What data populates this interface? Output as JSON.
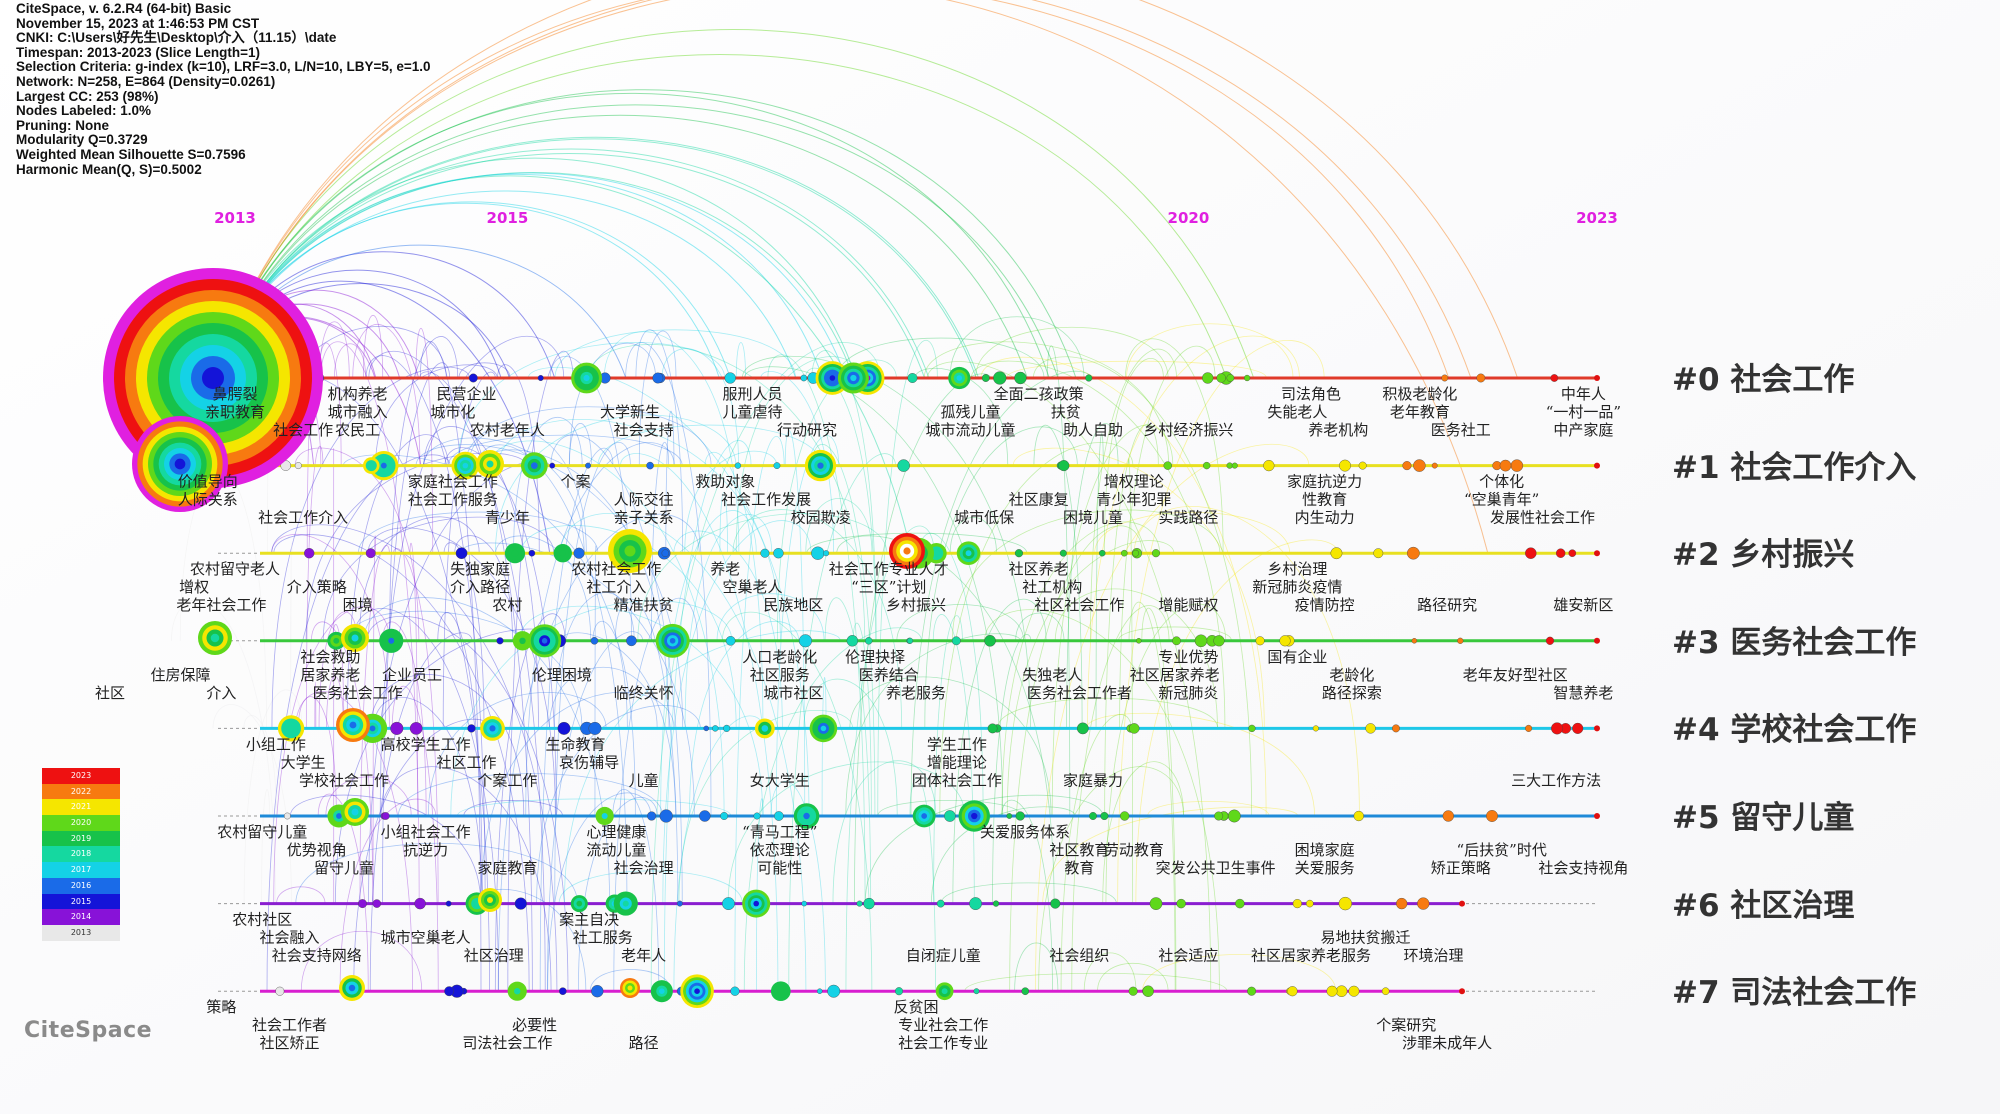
{
  "info_lines": [
    "CiteSpace, v. 6.2.R4 (64-bit) Basic",
    "November 15, 2023 at 1:46:53 PM CST",
    "CNKI: C:\\Users\\好先生\\Desktop\\介入（11.15）\\date",
    "Timespan: 2013-2023 (Slice Length=1)",
    "Selection Criteria: g-index (k=10), LRF=3.0, L/N=10, LBY=5, e=1.0",
    "Network: N=258, E=864 (Density=0.0261)",
    "Largest CC: 253 (98%)",
    "Nodes Labeled: 1.0%",
    "Pruning: None",
    "Modularity Q=0.3729",
    "Weighted Mean Silhouette S=0.7596",
    "Harmonic Mean(Q, S)=0.5002"
  ],
  "years": [
    {
      "label": "2013",
      "year": 2013
    },
    {
      "label": "2015",
      "year": 2015
    },
    {
      "label": "2020",
      "year": 2020
    },
    {
      "label": "2023",
      "year": 2023
    }
  ],
  "year_label_color": "#e020e0",
  "logo_text": "CiteSpace",
  "legend": [
    {
      "label": "2023",
      "color": "#ee1111"
    },
    {
      "label": "2022",
      "color": "#f77a10"
    },
    {
      "label": "2021",
      "color": "#f5e600"
    },
    {
      "label": "2020",
      "color": "#5fd81a"
    },
    {
      "label": "2019",
      "color": "#17c24a"
    },
    {
      "label": "2018",
      "color": "#15d8a0"
    },
    {
      "label": "2017",
      "color": "#14d2e6"
    },
    {
      "label": "2016",
      "color": "#1a6be8"
    },
    {
      "label": "2015",
      "color": "#1414d8"
    },
    {
      "label": "2014",
      "color": "#8812d8"
    },
    {
      "label": "2013",
      "color": "#e8e8e8"
    }
  ],
  "clusters": [
    {
      "label": "#0 社会工作",
      "line_color": "#e03a2a",
      "terms": [
        {
          "text": "鼻腭裂",
          "year": 2013.0,
          "row": 0
        },
        {
          "text": "机构养老",
          "year": 2013.9,
          "row": 0
        },
        {
          "text": "民营企业",
          "year": 2014.7,
          "row": 0
        },
        {
          "text": "服刑人员",
          "year": 2016.8,
          "row": 0
        },
        {
          "text": "全面二孩政策",
          "year": 2018.9,
          "row": 0
        },
        {
          "text": "司法角色",
          "year": 2020.9,
          "row": 0
        },
        {
          "text": "积极老龄化",
          "year": 2021.7,
          "row": 0
        },
        {
          "text": "中年人",
          "year": 2022.9,
          "row": 0
        },
        {
          "text": "亲职教育",
          "year": 2013.0,
          "row": 1
        },
        {
          "text": "城市融入",
          "year": 2013.9,
          "row": 1
        },
        {
          "text": "城市化",
          "year": 2014.6,
          "row": 1
        },
        {
          "text": "大学新生",
          "year": 2015.9,
          "row": 1
        },
        {
          "text": "儿童虐待",
          "year": 2016.8,
          "row": 1
        },
        {
          "text": "孤残儿童",
          "year": 2018.4,
          "row": 1
        },
        {
          "text": "扶贫",
          "year": 2019.1,
          "row": 1
        },
        {
          "text": "失能老人",
          "year": 2020.8,
          "row": 1
        },
        {
          "text": "老年教育",
          "year": 2021.7,
          "row": 1
        },
        {
          "text": "“一村一品”",
          "year": 2022.9,
          "row": 1
        },
        {
          "text": "社会工作",
          "year": 2013.5,
          "row": 2
        },
        {
          "text": "农民工",
          "year": 2013.9,
          "row": 2
        },
        {
          "text": "农村老年人",
          "year": 2015.0,
          "row": 2
        },
        {
          "text": "社会支持",
          "year": 2016.0,
          "row": 2
        },
        {
          "text": "行动研究",
          "year": 2017.2,
          "row": 2
        },
        {
          "text": "城市流动儿童",
          "year": 2018.4,
          "row": 2
        },
        {
          "text": "助人自助",
          "year": 2019.3,
          "row": 2
        },
        {
          "text": "乡村经济振兴",
          "year": 2020.0,
          "row": 2
        },
        {
          "text": "养老机构",
          "year": 2021.1,
          "row": 2
        },
        {
          "text": "医务社工",
          "year": 2022.0,
          "row": 2
        },
        {
          "text": "中产家庭",
          "year": 2022.9,
          "row": 2
        }
      ]
    },
    {
      "label": "#1 社会工作介入",
      "line_color": "#e8e020",
      "terms": [
        {
          "text": "家庭社会工作",
          "year": 2014.6,
          "row": 0
        },
        {
          "text": "个案",
          "year": 2015.5,
          "row": 0
        },
        {
          "text": "救助对象",
          "year": 2016.6,
          "row": 0
        },
        {
          "text": "增权理论",
          "year": 2019.6,
          "row": 0
        },
        {
          "text": "家庭抗逆力",
          "year": 2021.0,
          "row": 0
        },
        {
          "text": "个体化",
          "year": 2022.3,
          "row": 0
        },
        {
          "text": "价值导向",
          "year": 2012.8,
          "row": 0
        },
        {
          "text": "人际关系",
          "year": 2012.8,
          "row": 1
        },
        {
          "text": "社会工作服务",
          "year": 2014.6,
          "row": 1
        },
        {
          "text": "人际交往",
          "year": 2016.0,
          "row": 1
        },
        {
          "text": "社会工作发展",
          "year": 2016.9,
          "row": 1
        },
        {
          "text": "社区康复",
          "year": 2018.9,
          "row": 1
        },
        {
          "text": "青少年犯罪",
          "year": 2019.6,
          "row": 1
        },
        {
          "text": "性教育",
          "year": 2021.0,
          "row": 1
        },
        {
          "text": "“空巢青年”",
          "year": 2022.3,
          "row": 1
        },
        {
          "text": "社会工作介入",
          "year": 2013.5,
          "row": 2
        },
        {
          "text": "青少年",
          "year": 2015.0,
          "row": 2
        },
        {
          "text": "亲子关系",
          "year": 2016.0,
          "row": 2
        },
        {
          "text": "校园欺凌",
          "year": 2017.3,
          "row": 2
        },
        {
          "text": "城市低保",
          "year": 2018.5,
          "row": 2
        },
        {
          "text": "困境儿童",
          "year": 2019.3,
          "row": 2
        },
        {
          "text": "实践路径",
          "year": 2020.0,
          "row": 2
        },
        {
          "text": "内生动力",
          "year": 2021.0,
          "row": 2
        },
        {
          "text": "发展性社会工作",
          "year": 2022.6,
          "row": 2
        }
      ]
    },
    {
      "label": "#2 乡村振兴",
      "line_color": "#e8e020",
      "terms": [
        {
          "text": "农村留守老人",
          "year": 2013.0,
          "row": 0
        },
        {
          "text": "失独家庭",
          "year": 2014.8,
          "row": 0
        },
        {
          "text": "农村社会工作",
          "year": 2015.8,
          "row": 0
        },
        {
          "text": "养老",
          "year": 2016.6,
          "row": 0
        },
        {
          "text": "社会工作专业人才",
          "year": 2017.8,
          "row": 0
        },
        {
          "text": "社区养老",
          "year": 2018.9,
          "row": 0
        },
        {
          "text": "乡村治理",
          "year": 2020.8,
          "row": 0
        },
        {
          "text": "增权",
          "year": 2012.7,
          "row": 1
        },
        {
          "text": "介入策略",
          "year": 2013.6,
          "row": 1
        },
        {
          "text": "介入路径",
          "year": 2014.8,
          "row": 1
        },
        {
          "text": "社工介入",
          "year": 2015.8,
          "row": 1
        },
        {
          "text": "空巢老人",
          "year": 2016.8,
          "row": 1
        },
        {
          "text": "“三区”计划",
          "year": 2017.8,
          "row": 1
        },
        {
          "text": "社工机构",
          "year": 2019.0,
          "row": 1
        },
        {
          "text": "新冠肺炎疫情",
          "year": 2020.8,
          "row": 1
        },
        {
          "text": "老年社会工作",
          "year": 2012.9,
          "row": 2
        },
        {
          "text": "困境",
          "year": 2013.9,
          "row": 2
        },
        {
          "text": "农村",
          "year": 2015.0,
          "row": 2
        },
        {
          "text": "精准扶贫",
          "year": 2016.0,
          "row": 2
        },
        {
          "text": "民族地区",
          "year": 2017.1,
          "row": 2
        },
        {
          "text": "乡村振兴",
          "year": 2018.0,
          "row": 2
        },
        {
          "text": "社区社会工作",
          "year": 2019.2,
          "row": 2
        },
        {
          "text": "增能赋权",
          "year": 2020.0,
          "row": 2
        },
        {
          "text": "疫情防控",
          "year": 2021.0,
          "row": 2
        },
        {
          "text": "路径研究",
          "year": 2021.9,
          "row": 2
        },
        {
          "text": "雄安新区",
          "year": 2022.9,
          "row": 2
        }
      ]
    },
    {
      "label": "#3 医务社会工作",
      "line_color": "#39c83c",
      "terms": [
        {
          "text": "社会救助",
          "year": 2013.7,
          "row": 0
        },
        {
          "text": "人口老龄化",
          "year": 2017.0,
          "row": 0
        },
        {
          "text": "伦理抉择",
          "year": 2017.7,
          "row": 0
        },
        {
          "text": "专业优势",
          "year": 2020.0,
          "row": 0
        },
        {
          "text": "国有企业",
          "year": 2020.8,
          "row": 0
        },
        {
          "text": "住房保障",
          "year": 2012.6,
          "row": 1
        },
        {
          "text": "居家养老",
          "year": 2013.7,
          "row": 1
        },
        {
          "text": "企业员工",
          "year": 2014.3,
          "row": 1
        },
        {
          "text": "伦理困境",
          "year": 2015.4,
          "row": 1
        },
        {
          "text": "社区服务",
          "year": 2017.0,
          "row": 1
        },
        {
          "text": "医养结合",
          "year": 2017.8,
          "row": 1
        },
        {
          "text": "失独老人",
          "year": 2019.0,
          "row": 1
        },
        {
          "text": "社区居家养老",
          "year": 2019.9,
          "row": 1
        },
        {
          "text": "老龄化",
          "year": 2021.2,
          "row": 1
        },
        {
          "text": "老年友好型社区",
          "year": 2022.4,
          "row": 1
        },
        {
          "text": "介入",
          "year": 2012.9,
          "row": 2
        },
        {
          "text": "医务社会工作",
          "year": 2013.9,
          "row": 2
        },
        {
          "text": "社区",
          "year": 215.0,
          "row": 2
        },
        {
          "text": "临终关怀",
          "year": 2016.0,
          "row": 2
        },
        {
          "text": "城市社区",
          "year": 2017.1,
          "row": 2
        },
        {
          "text": "养老服务",
          "year": 2018.0,
          "row": 2
        },
        {
          "text": "医务社会工作者",
          "year": 2019.2,
          "row": 2
        },
        {
          "text": "新冠肺炎",
          "year": 2020.0,
          "row": 2
        },
        {
          "text": "路径探索",
          "year": 2021.2,
          "row": 2
        },
        {
          "text": "智慧养老",
          "year": 2022.9,
          "row": 2
        }
      ]
    },
    {
      "label": "#4 学校社会工作",
      "line_color": "#1ec8e8",
      "terms": [
        {
          "text": "小组工作",
          "year": 2013.3,
          "row": 0
        },
        {
          "text": "高校学生工作",
          "year": 2014.4,
          "row": 0
        },
        {
          "text": "生命教育",
          "year": 2015.5,
          "row": 0
        },
        {
          "text": "学生工作",
          "year": 2018.3,
          "row": 0
        },
        {
          "text": "大学生",
          "year": 2013.5,
          "row": 1
        },
        {
          "text": "社区工作",
          "year": 2014.7,
          "row": 1
        },
        {
          "text": "哀伤辅导",
          "year": 2015.6,
          "row": 1
        },
        {
          "text": "增能理论",
          "year": 2018.3,
          "row": 1
        },
        {
          "text": "学校社会工作",
          "year": 2013.8,
          "row": 2
        },
        {
          "text": "个案工作",
          "year": 2015.0,
          "row": 2
        },
        {
          "text": "儿童",
          "year": 2016.0,
          "row": 2
        },
        {
          "text": "女大学生",
          "year": 2017.0,
          "row": 2
        },
        {
          "text": "团体社会工作",
          "year": 2018.3,
          "row": 2
        },
        {
          "text": "家庭暴力",
          "year": 2019.3,
          "row": 2
        },
        {
          "text": "三大工作方法",
          "year": 2022.7,
          "row": 2
        }
      ]
    },
    {
      "label": "#5 留守儿童",
      "line_color": "#1e8ad8",
      "terms": [
        {
          "text": "农村留守儿童",
          "year": 2013.2,
          "row": 0
        },
        {
          "text": "小组社会工作",
          "year": 2014.4,
          "row": 0
        },
        {
          "text": "心理健康",
          "year": 2015.8,
          "row": 0
        },
        {
          "text": "“青马工程”",
          "year": 2017.0,
          "row": 0
        },
        {
          "text": "关爱服务体系",
          "year": 2018.8,
          "row": 0
        },
        {
          "text": "优势视角",
          "year": 2013.6,
          "row": 1
        },
        {
          "text": "抗逆力",
          "year": 2014.4,
          "row": 1
        },
        {
          "text": "流动儿童",
          "year": 2015.8,
          "row": 1
        },
        {
          "text": "依恋理论",
          "year": 2017.0,
          "row": 1
        },
        {
          "text": "社区教育",
          "year": 2019.2,
          "row": 1
        },
        {
          "text": "劳动教育",
          "year": 2019.6,
          "row": 1
        },
        {
          "text": "困境家庭",
          "year": 2021.0,
          "row": 1
        },
        {
          "text": "“后扶贫”时代",
          "year": 2022.3,
          "row": 1
        },
        {
          "text": "留守儿童",
          "year": 2013.8,
          "row": 2
        },
        {
          "text": "家庭教育",
          "year": 2015.0,
          "row": 2
        },
        {
          "text": "社会治理",
          "year": 2016.0,
          "row": 2
        },
        {
          "text": "可能性",
          "year": 2017.0,
          "row": 2
        },
        {
          "text": "教育",
          "year": 2019.2,
          "row": 2
        },
        {
          "text": "突发公共卫生事件",
          "year": 2020.2,
          "row": 2
        },
        {
          "text": "关爱服务",
          "year": 2021.0,
          "row": 2
        },
        {
          "text": "矫正策略",
          "year": 2022.0,
          "row": 2
        },
        {
          "text": "社会支持视角",
          "year": 2022.9,
          "row": 2
        }
      ]
    },
    {
      "label": "#6 社区治理",
      "line_color": "#8a1ed0",
      "terms": [
        {
          "text": "农村社区",
          "year": 2013.2,
          "row": 0
        },
        {
          "text": "案主自决",
          "year": 2015.6,
          "row": 0
        },
        {
          "text": "社会融入",
          "year": 2013.4,
          "row": 1
        },
        {
          "text": "城市空巢老人",
          "year": 2014.4,
          "row": 1
        },
        {
          "text": "社工服务",
          "year": 2015.7,
          "row": 1
        },
        {
          "text": "易地扶贫搬迁",
          "year": 2021.3,
          "row": 1
        },
        {
          "text": "社会支持网络",
          "year": 2013.6,
          "row": 2
        },
        {
          "text": "社区治理",
          "year": 2014.9,
          "row": 2
        },
        {
          "text": "老年人",
          "year": 2016.0,
          "row": 2
        },
        {
          "text": "自闭症儿童",
          "year": 2018.2,
          "row": 2
        },
        {
          "text": "社会组织",
          "year": 2019.2,
          "row": 2
        },
        {
          "text": "社会适应",
          "year": 2020.0,
          "row": 2
        },
        {
          "text": "社区居家养老服务",
          "year": 2020.9,
          "row": 2
        },
        {
          "text": "环境治理",
          "year": 2021.8,
          "row": 2
        }
      ]
    },
    {
      "label": "#7 司法社会工作",
      "line_color": "#d81ed0",
      "terms": [
        {
          "text": "策略",
          "year": 2012.9,
          "row": 0
        },
        {
          "text": "反贫困",
          "year": 2018.0,
          "row": 0
        },
        {
          "text": "社会工作者",
          "year": 2013.4,
          "row": 1
        },
        {
          "text": "必要性",
          "year": 2015.2,
          "row": 1
        },
        {
          "text": "专业社会工作",
          "year": 2018.2,
          "row": 1
        },
        {
          "text": "个案研究",
          "year": 2021.6,
          "row": 1
        },
        {
          "text": "社区矫正",
          "year": 2013.4,
          "row": 2
        },
        {
          "text": "司法社会工作",
          "year": 2015.0,
          "row": 2
        },
        {
          "text": "路径",
          "year": 2016.0,
          "row": 2
        },
        {
          "text": "社会工作专业",
          "year": 2018.2,
          "row": 2
        },
        {
          "text": "涉罪未成年人",
          "year": 2021.9,
          "row": 2
        }
      ]
    }
  ]
}
